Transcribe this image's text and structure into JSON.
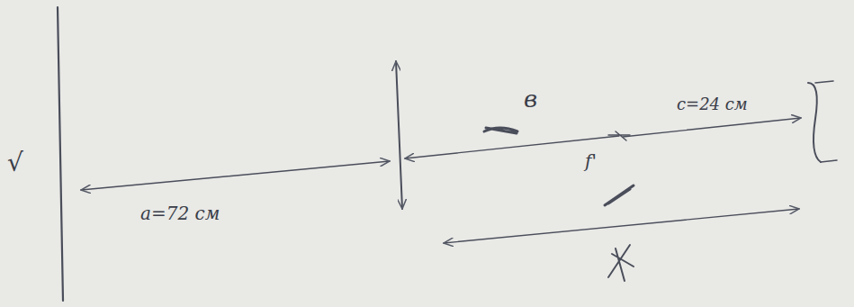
{
  "diagram": {
    "labels": [
      "√",
      "a=72 см",
      "в",
      "c=24 см",
      "f'"
    ]
  }
}
